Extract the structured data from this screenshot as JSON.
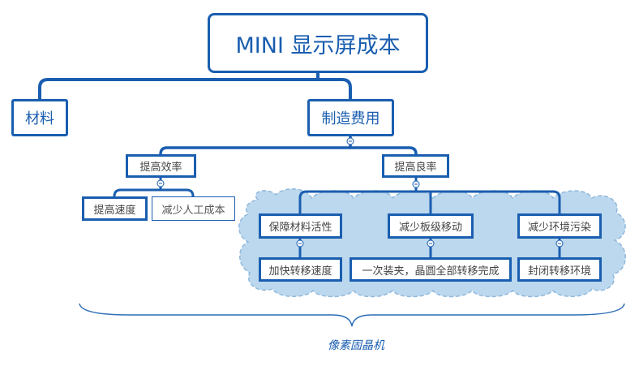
{
  "diagram": {
    "root": "MINI 显示屏成本",
    "level1": [
      "材料",
      "制造费用"
    ],
    "zhizao_children": [
      "提高效率",
      "提高良率"
    ],
    "xiaolv_children": [
      "提高速度",
      "减少人工成本"
    ],
    "lianglv_children": [
      "保障材料活性",
      "减少板级移动",
      "减少环境污染"
    ],
    "leaves": [
      "加快转移速度",
      "一次装夹，晶圆全部转移完成",
      "封闭转移环境"
    ],
    "caption": "像素固晶机"
  },
  "colors": {
    "line": "#1a5eb0",
    "cloud_fill": "#bcd8ee",
    "cloud_stroke": "#8fb8dc",
    "brace": "#2f6fb8"
  }
}
